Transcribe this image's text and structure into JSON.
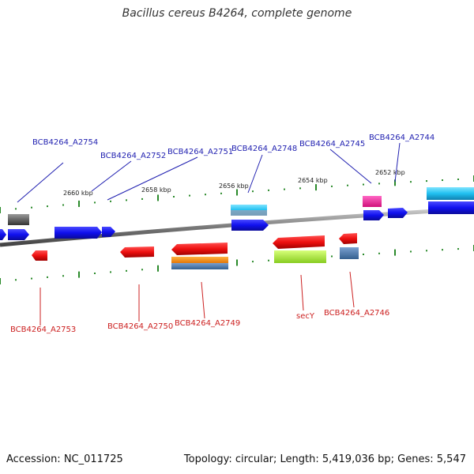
{
  "title": "Bacillus cereus B4264, complete genome",
  "footer": {
    "accession": "Accession: NC_011725",
    "summary": "Topology: circular; Length: 5,419,036 bp; Genes: 5,547"
  },
  "colors": {
    "backbone": "#8a8a8a",
    "tick": "#2a8a2a",
    "forward_label": "#1f1fb0",
    "reverse_label": "#cc2020"
  },
  "scale_ticks": [
    {
      "label": "2660 kbp"
    },
    {
      "label": "2658 kbp"
    },
    {
      "label": "2656 kbp"
    },
    {
      "label": "2654 kbp"
    },
    {
      "label": "2652 kbp"
    }
  ],
  "genes": {
    "forward": [
      {
        "name": "BCB4264_A2754"
      },
      {
        "name": "BCB4264_A2752"
      },
      {
        "name": "BCB4264_A2751"
      },
      {
        "name": "BCB4264_A2748"
      },
      {
        "name": "BCB4264_A2745"
      },
      {
        "name": "BCB4264_A2744"
      }
    ],
    "reverse": [
      {
        "name": "BCB4264_A2753"
      },
      {
        "name": "BCB4264_A2750"
      },
      {
        "name": "BCB4264_A2749"
      },
      {
        "name": "secY"
      },
      {
        "name": "BCB4264_A2746"
      }
    ]
  }
}
